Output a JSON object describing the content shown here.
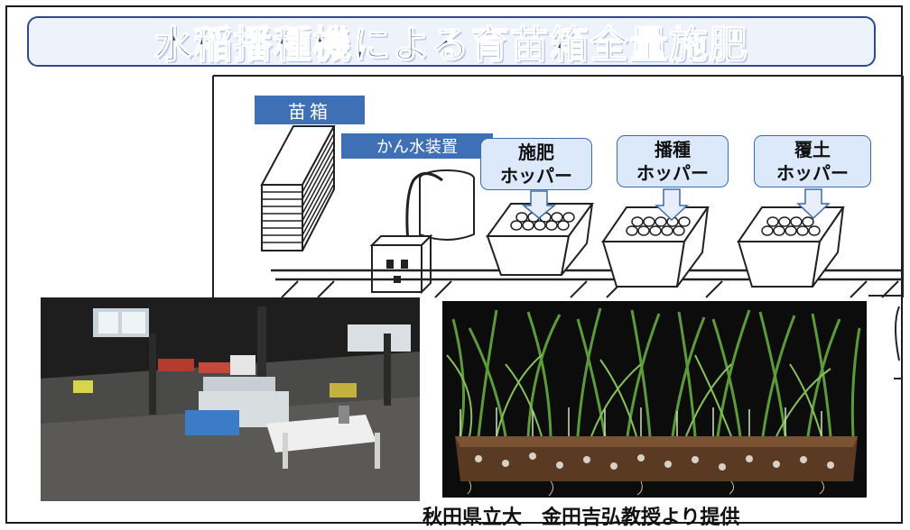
{
  "title": "水稲播種機による育苗箱全量施肥",
  "labels": {
    "seedling_box": "苗箱",
    "irrigation": "かん水装置",
    "hopper_fertilizer_line1": "施肥",
    "hopper_fertilizer_line2": "ホッパー",
    "hopper_seeding_line1": "播種",
    "hopper_seeding_line2": "ホッパー",
    "hopper_soil_line1": "覆土",
    "hopper_soil_line2": "ホッパー"
  },
  "credit": "秋田県立大　金田吉弘教授より提供",
  "colors": {
    "title_text": "#1f3f9a",
    "title_border": "#2c4a8c",
    "label_fill": "#3f6fb5",
    "hopper_label_fill": "#dbe9fb"
  },
  "photos": {
    "machine": "seeding-machine-photo",
    "seedlings": "rice-seedling-mat-photo"
  }
}
